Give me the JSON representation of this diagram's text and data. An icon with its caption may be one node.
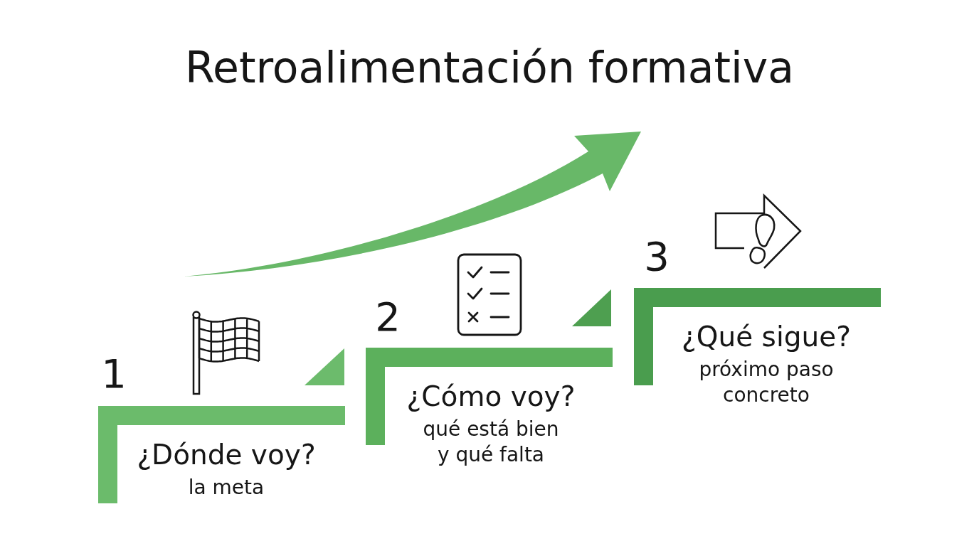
{
  "diagram": {
    "title": "Retroalimentación formativa",
    "nodes": [
      {
        "text": [
          "¿Dónde voy?",
          "la meta"
        ],
        "beside": [
          "1"
        ]
      },
      {
        "text": [
          "¿Cómo voy?",
          "qué está bien y qué falta"
        ],
        "beside": [
          "2"
        ]
      },
      {
        "text": [
          "¿Qué sigue?",
          "próximo paso concreto"
        ],
        "beside": [
          "3"
        ]
      }
    ]
  }
}
